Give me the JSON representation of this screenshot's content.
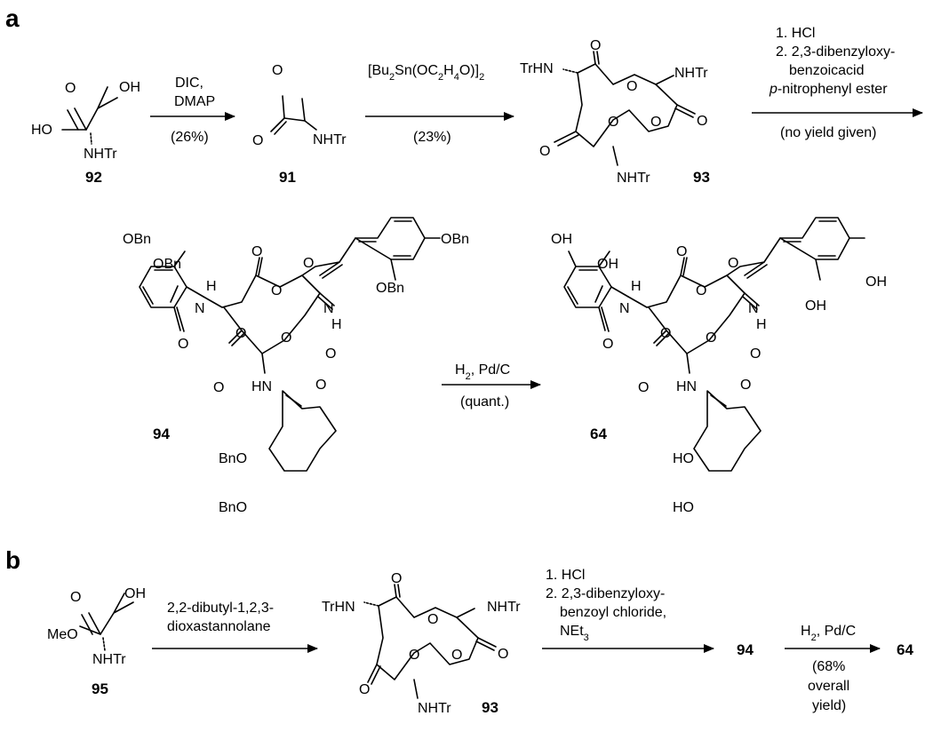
{
  "panels": {
    "a": "a",
    "b": "b"
  },
  "a": {
    "cmp92": {
      "oh": "OH",
      "ho": "HO",
      "o": "O",
      "nhtr": "NHTr",
      "num": "92"
    },
    "step1": {
      "line1": "DIC,",
      "line2": "DMAP",
      "yield": "(26%)"
    },
    "cmp91": {
      "o1": "O",
      "o2": "O",
      "nhtr": "NHTr",
      "num": "91"
    },
    "step2": {
      "reagent_main": "[Bu",
      "sub1": "2",
      "mid1": "Sn(OC",
      "sub2": "2",
      "mid2": "H",
      "sub3": "4",
      "mid3": "O)]",
      "sub4": "2",
      "yield": "(23%)"
    },
    "cmp93": {
      "trhn": "TrHN",
      "nhtr1": "NHTr",
      "nhtr2": "NHTr",
      "o": "O",
      "num": "93"
    },
    "step3": {
      "line1": "1. HCl",
      "line2": "2. 2,3-dibenzyloxy-",
      "line3": "benzoicacid",
      "line4a": "p",
      "line4b": "-nitrophenyl ester",
      "yield": "(no yield given)"
    },
    "cmp94": {
      "obn": "OBn",
      "bno": "BnO",
      "h": "H",
      "n": "N",
      "hn": "HN",
      "o": "O",
      "num": "94"
    },
    "step4": {
      "reagent_a": "H",
      "sub": "2",
      "reagent_b": ", Pd/C",
      "yield": "(quant.)"
    },
    "cmp64": {
      "oh": "OH",
      "ho": "HO",
      "h": "H",
      "n": "N",
      "hn": "HN",
      "o": "O",
      "num": "64"
    }
  },
  "b": {
    "cmp95": {
      "oh": "OH",
      "meo": "MeO",
      "o": "O",
      "nhtr": "NHTr",
      "num": "95"
    },
    "step1": {
      "line1": "2,2-dibutyl-1,2,3-",
      "line2": "dioxastannolane"
    },
    "cmp93": {
      "trhn": "TrHN",
      "nhtr": "NHTr",
      "o": "O",
      "num": "93"
    },
    "step2": {
      "line1": "1. HCl",
      "line2": "2. 2,3-dibenzyloxy-",
      "line3": "benzoyl chloride,",
      "line4a": "NEt",
      "sub": "3"
    },
    "cmp94": {
      "num": "94"
    },
    "step3": {
      "reagent_a": "H",
      "sub": "2",
      "reagent_b": ", Pd/C",
      "yield1": "(68%",
      "yield2": "overall",
      "yield3": "yield)"
    },
    "cmp64": {
      "num": "64"
    }
  }
}
